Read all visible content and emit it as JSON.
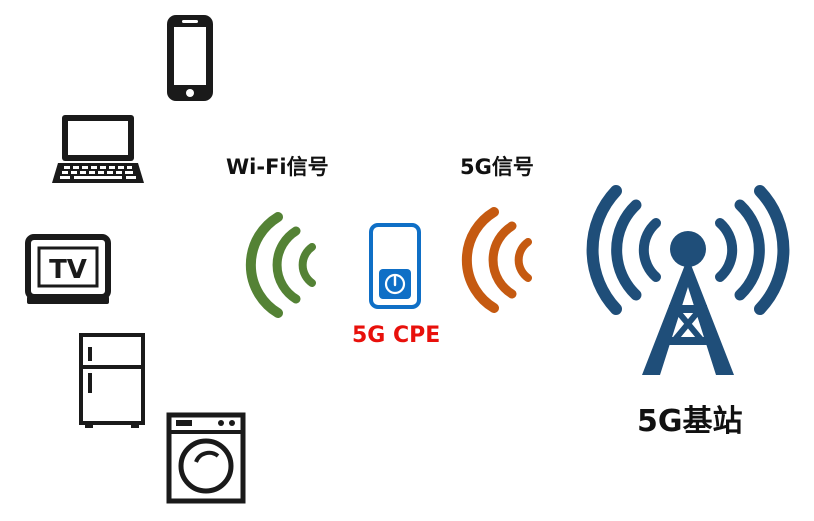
{
  "labels": {
    "wifi_signal": "Wi-Fi信号",
    "fiveg_signal": "5G信号",
    "cpe": "5G CPE",
    "base_station": "5G基站"
  },
  "devices": [
    {
      "name": "smartphone",
      "icon": "smartphone-icon"
    },
    {
      "name": "laptop",
      "icon": "laptop-icon"
    },
    {
      "name": "tv",
      "icon": "tv-icon",
      "text": "TV"
    },
    {
      "name": "refrigerator",
      "icon": "refrigerator-icon"
    },
    {
      "name": "washing-machine",
      "icon": "washing-machine-icon"
    }
  ],
  "colors": {
    "device": "#1a1a1a",
    "wifi": "#548235",
    "fiveg": "#c55a11",
    "cpe": "#0f6fc6",
    "cpe_label": "#e8100b",
    "tower": "#1f4e79",
    "text": "#111111"
  }
}
